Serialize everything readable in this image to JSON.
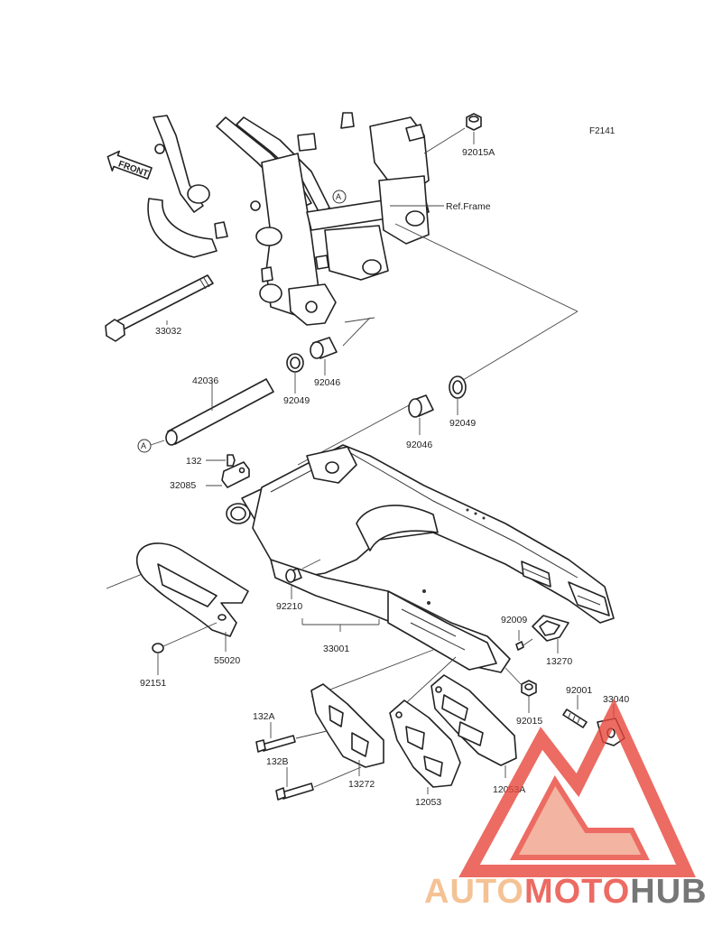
{
  "figure_id": "F2141",
  "ref_frame": "Ref.Frame",
  "front_label": "FRONT",
  "marker_letter": "A",
  "part_numbers": {
    "p92015A": "92015A",
    "p33032": "33032",
    "p42036": "42036",
    "p92049a": "92049",
    "p92046a": "92046",
    "p92046b": "92046",
    "p92049b": "92049",
    "p132": "132",
    "p32085": "32085",
    "p92210": "92210",
    "p33001": "33001",
    "p92009": "92009",
    "p13270": "13270",
    "p92151": "92151",
    "p55020": "55020",
    "p92015": "92015",
    "p92001": "92001",
    "p33040": "33040",
    "p132A": "132A",
    "p132B": "132B",
    "p13272": "13272",
    "p12053": "12053",
    "p12053A": "12053A"
  },
  "watermark": {
    "part1": "AUTO",
    "part2": "MOTO",
    "part3": "HUB",
    "color_light": "#f2b47a",
    "color_red": "#e8473c",
    "color_dark": "#555555"
  }
}
